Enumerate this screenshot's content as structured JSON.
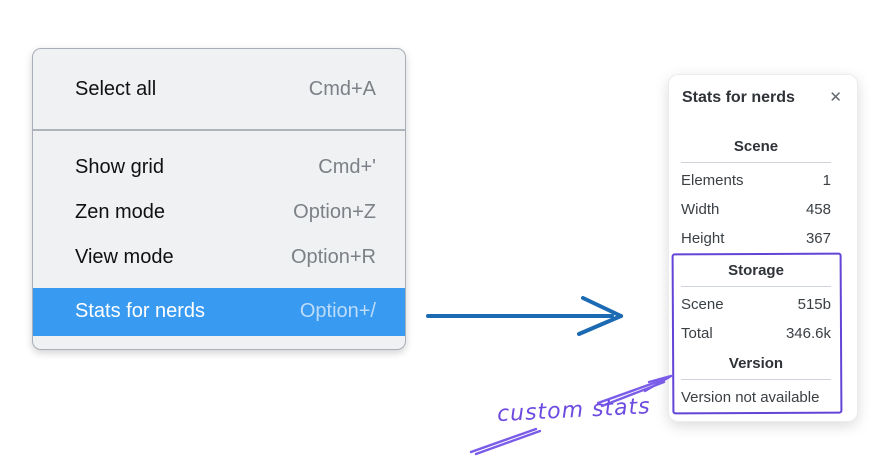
{
  "context_menu": {
    "items": [
      {
        "label": "Select all",
        "shortcut": "Cmd+A",
        "highlighted": false
      },
      {
        "label": "Show grid",
        "shortcut": "Cmd+'",
        "highlighted": false
      },
      {
        "label": "Zen mode",
        "shortcut": "Option+Z",
        "highlighted": false
      },
      {
        "label": "View mode",
        "shortcut": "Option+R",
        "highlighted": false
      },
      {
        "label": "Stats for nerds",
        "shortcut": "Option+/",
        "highlighted": true
      }
    ]
  },
  "stats_panel": {
    "title": "Stats for nerds",
    "close_glyph": "✕",
    "sections": [
      {
        "heading": "Scene",
        "rows": [
          {
            "label": "Elements",
            "value": "1"
          },
          {
            "label": "Width",
            "value": "458"
          },
          {
            "label": "Height",
            "value": "367"
          }
        ]
      },
      {
        "heading": "Storage",
        "rows": [
          {
            "label": "Scene",
            "value": "515b"
          },
          {
            "label": "Total",
            "value": "346.6k"
          }
        ]
      },
      {
        "heading": "Version",
        "note": "Version not available"
      }
    ]
  },
  "annotation": {
    "label": "custom stats"
  },
  "colors": {
    "highlight_blue": "#389af0",
    "highlight_shortcut": "#bcdcf9",
    "blue_arrow": "#1b6ab3",
    "annotation_purple": "#7a5ce8",
    "box_purple": "#6344d6",
    "menu_background": "#f0f1f3",
    "menu_border": "#a9afb8",
    "shortcut_gray": "#7c8187",
    "panel_divider": "#ced4da"
  }
}
